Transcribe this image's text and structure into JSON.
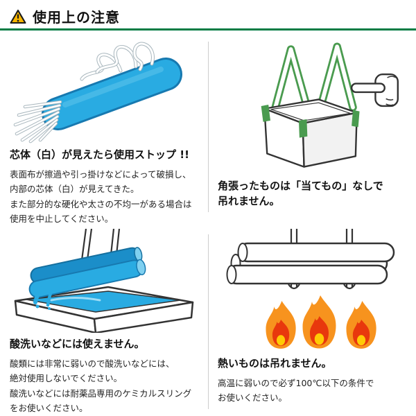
{
  "header": {
    "title": "使用上の注意",
    "warning_icon": "warning-triangle-icon"
  },
  "sections": {
    "frayed_core": {
      "heading": "芯体（白）が見えたら使用ストップ !!",
      "body": "表面布が擦過や引っ掛けなどによって破損し、\n内部の芯体（白）が見えてきた。\nまた部分的な硬化や太さの不均一がある場合は\n使用を中止してください。",
      "illustration": "frayed-blue-sling-with-white-core-fibers"
    },
    "sharp_edges": {
      "heading": "角張ったものは「当てもの」なしで\n吊れません。",
      "illustration": "container-bag-with-green-straps-and-pointing-hand"
    },
    "acid": {
      "heading": "酸洗いなどには使えません。",
      "body": "酸類には非常に弱いので酸洗いなどには、\n絶対使用しないでください。\n酸洗いなどには耐薬品専用のケミカルスリング\nをお使いください。",
      "illustration": "logs-dipped-in-acid-bath"
    },
    "heat": {
      "heading": "熱いものは吊れません。",
      "body": "高温に弱いので必ず100℃以下の条件で\nお使いください。",
      "illustration": "hot-pipes-hanging-over-flames"
    }
  },
  "colors": {
    "rule_green": "#007b43",
    "warning_yellow": "#f7b500",
    "sling_blue": "#29abe2",
    "sling_blue_dark": "#1779b0",
    "strap_green": "#4a9b4f",
    "flame_orange": "#f7931e",
    "flame_red": "#e8380d",
    "flame_yellow": "#ffcb05",
    "divider_gray": "#cccccc",
    "outline_dark": "#333333"
  }
}
